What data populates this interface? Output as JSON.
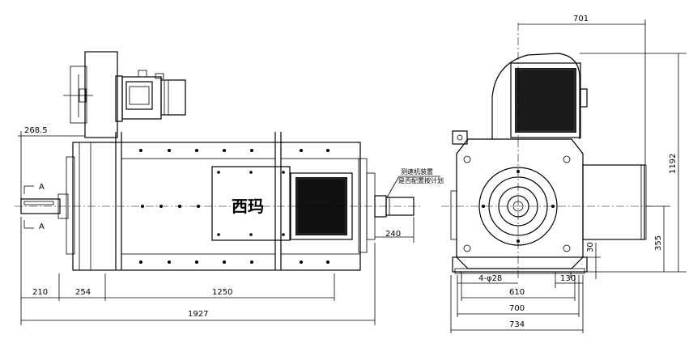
{
  "front_view": {
    "dims": {
      "overhang": "268.5",
      "shaft_ext": "210",
      "foot_offset": "254",
      "foot_span": "1250",
      "overall_length": "1927",
      "rear_ext": "240"
    },
    "section_marker": "A",
    "nameplate_text": "西玛",
    "tacho_note_line1": "测速机装置",
    "tacho_note_line2": "是否配置按计划"
  },
  "side_view": {
    "dims": {
      "blower_width": "701",
      "overall_height": "1192",
      "shaft_height": "355",
      "foot_thickness": "30",
      "hole_label": "4-φ28",
      "bolt_span": "610",
      "base_width": "700",
      "overall_width": "734",
      "edge_offset": "130"
    }
  }
}
